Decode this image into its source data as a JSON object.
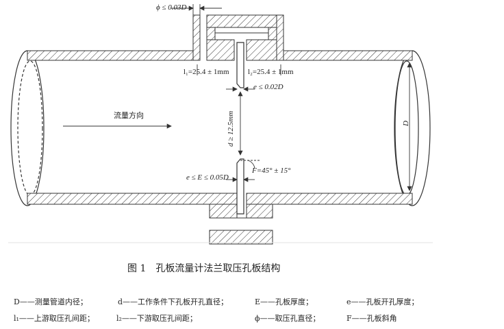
{
  "labels": {
    "phi": "ϕ ≤ 0.03D",
    "l1": "l₁=25.4 ± 1mm",
    "l2": "l₂=25.4 ± 1mm",
    "e": "e ≤ 0.02D",
    "d": "d ≥ 12.5mm",
    "F": "F=45° ± 15°",
    "E": "e ≤ E ≤ 0.05D",
    "D": "D",
    "flow": "流量方向"
  },
  "caption": "图 1　孔板流量计法兰取压孔板结构",
  "legend": {
    "row1": [
      "D——测量管道内径；",
      "d——工作条件下孔板开孔直径；",
      "E——孔板厚度；",
      "e——孔板开孔厚度；"
    ],
    "row2": [
      "l₁——上游取压孔间距；",
      "l₂——下游取压孔间距；",
      "ϕ——取压孔直径；",
      "F——孔板斜角"
    ]
  }
}
